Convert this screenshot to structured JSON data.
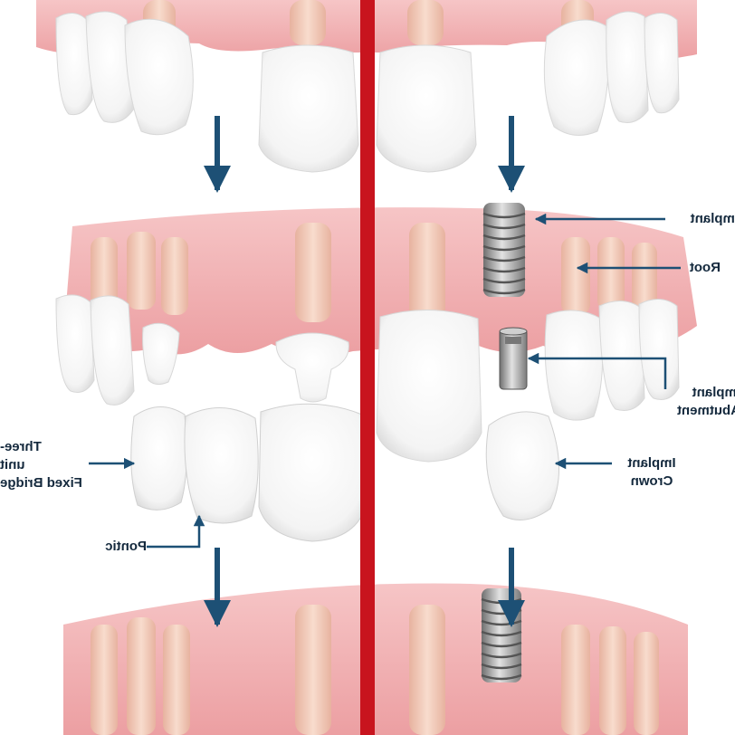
{
  "labels": {
    "three_unit_fixed_bridge": "Three-\nunit\nFixed Bridge",
    "pontic": "Pontic",
    "implant": "Implant",
    "root": "Root",
    "implant_abutment": "Implant\nAbutment",
    "implant_crown": "Implant\nCrown"
  },
  "colors": {
    "divider": "#c8141e",
    "arrow": "#1d5075",
    "gum": "#f3b4b6",
    "gum_dark": "#e99597",
    "tooth": "#fbfbfb",
    "root": "#efc4b1",
    "implant_metal": "#9c9c9c"
  }
}
